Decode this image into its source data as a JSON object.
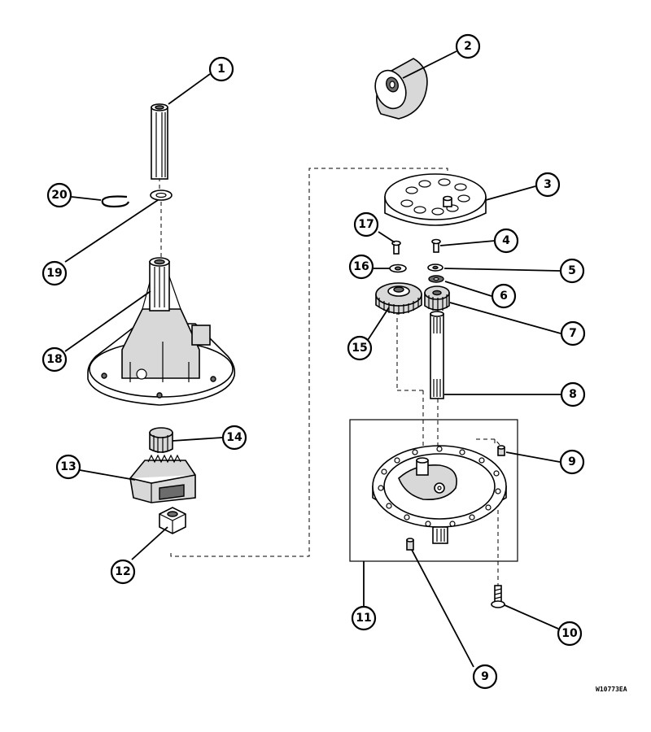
{
  "diagram": {
    "reference_code": "W10773EA",
    "callouts": [
      {
        "id": "c1",
        "label": "1"
      },
      {
        "id": "c2",
        "label": "2"
      },
      {
        "id": "c3",
        "label": "3"
      },
      {
        "id": "c4",
        "label": "4"
      },
      {
        "id": "c5",
        "label": "5"
      },
      {
        "id": "c6",
        "label": "6"
      },
      {
        "id": "c7",
        "label": "7"
      },
      {
        "id": "c8",
        "label": "8"
      },
      {
        "id": "c9a",
        "label": "9"
      },
      {
        "id": "c9b",
        "label": "9"
      },
      {
        "id": "c10",
        "label": "10"
      },
      {
        "id": "c11",
        "label": "11"
      },
      {
        "id": "c12",
        "label": "12"
      },
      {
        "id": "c13",
        "label": "13"
      },
      {
        "id": "c14",
        "label": "14"
      },
      {
        "id": "c15",
        "label": "15"
      },
      {
        "id": "c16",
        "label": "16"
      },
      {
        "id": "c17",
        "label": "17"
      },
      {
        "id": "c18",
        "label": "18"
      },
      {
        "id": "c19",
        "label": "19"
      },
      {
        "id": "c20",
        "label": "20"
      }
    ]
  }
}
